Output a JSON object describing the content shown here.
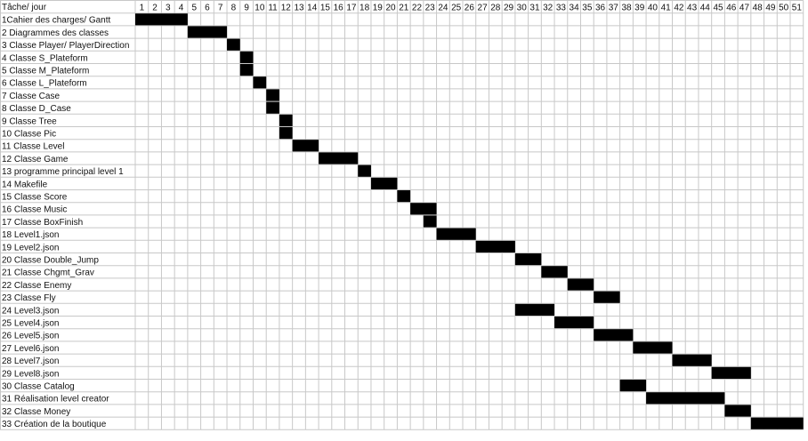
{
  "chart_data": {
    "type": "gantt",
    "header_label": "Tâche/ jour",
    "days": [
      1,
      2,
      3,
      4,
      5,
      6,
      7,
      8,
      9,
      10,
      11,
      12,
      13,
      14,
      15,
      16,
      17,
      18,
      19,
      20,
      21,
      22,
      23,
      24,
      25,
      26,
      27,
      28,
      29,
      30,
      31,
      32,
      33,
      34,
      35,
      36,
      37,
      38,
      39,
      40,
      41,
      42,
      43,
      44,
      45,
      46,
      47,
      48,
      49,
      50,
      51
    ],
    "tasks": [
      {
        "label": "1Cahier des charges/ Gantt",
        "start": 1,
        "end": 4
      },
      {
        "label": "2 Diagrammes des classes",
        "start": 5,
        "end": 7
      },
      {
        "label": "3 Classe Player/ PlayerDirection",
        "start": 8,
        "end": 8
      },
      {
        "label": "4 Classe S_Plateform",
        "start": 9,
        "end": 9
      },
      {
        "label": "5 Classe M_Plateform",
        "start": 9,
        "end": 9
      },
      {
        "label": "6 Classe L_Plateform",
        "start": 10,
        "end": 10
      },
      {
        "label": "7 Classe Case",
        "start": 11,
        "end": 11
      },
      {
        "label": "8 Classe D_Case",
        "start": 11,
        "end": 11
      },
      {
        "label": "9 Classe Tree",
        "start": 12,
        "end": 12
      },
      {
        "label": "10 Classe Pic",
        "start": 12,
        "end": 12
      },
      {
        "label": "11 Classe Level",
        "start": 13,
        "end": 14
      },
      {
        "label": "12 Classe Game",
        "start": 15,
        "end": 17
      },
      {
        "label": "13 programme principal level 1",
        "start": 18,
        "end": 18
      },
      {
        "label": "14 Makefile",
        "start": 19,
        "end": 20
      },
      {
        "label": "15 Classe Score",
        "start": 21,
        "end": 21
      },
      {
        "label": "16 Classe Music",
        "start": 22,
        "end": 23
      },
      {
        "label": "17 Classe BoxFinish",
        "start": 23,
        "end": 23
      },
      {
        "label": "18 Level1.json",
        "start": 24,
        "end": 26
      },
      {
        "label": "19 Level2.json",
        "start": 27,
        "end": 29
      },
      {
        "label": "20 Classe Double_Jump",
        "start": 30,
        "end": 31
      },
      {
        "label": "21 Classe Chgmt_Grav",
        "start": 32,
        "end": 33
      },
      {
        "label": "22 Classe Enemy",
        "start": 34,
        "end": 35
      },
      {
        "label": "23 Classe Fly",
        "start": 36,
        "end": 37
      },
      {
        "label": "24 Level3.json",
        "start": 30,
        "end": 32
      },
      {
        "label": "25 Level4.json",
        "start": 33,
        "end": 35
      },
      {
        "label": "26 Level5.json",
        "start": 36,
        "end": 38
      },
      {
        "label": "27 Level6.json",
        "start": 39,
        "end": 41
      },
      {
        "label": "28 Level7.json",
        "start": 42,
        "end": 44
      },
      {
        "label": "29 Level8.json",
        "start": 45,
        "end": 47
      },
      {
        "label": "30 Classe Catalog",
        "start": 38,
        "end": 39
      },
      {
        "label": "31 Réalisation level creator",
        "start": 40,
        "end": 45
      },
      {
        "label": "32 Classe Money",
        "start": 46,
        "end": 47
      },
      {
        "label": "33 Création de la boutique",
        "start": 48,
        "end": 51
      }
    ],
    "colors": {
      "bar": "#000000",
      "grid": "#c8c8c8",
      "text": "#111111"
    }
  }
}
